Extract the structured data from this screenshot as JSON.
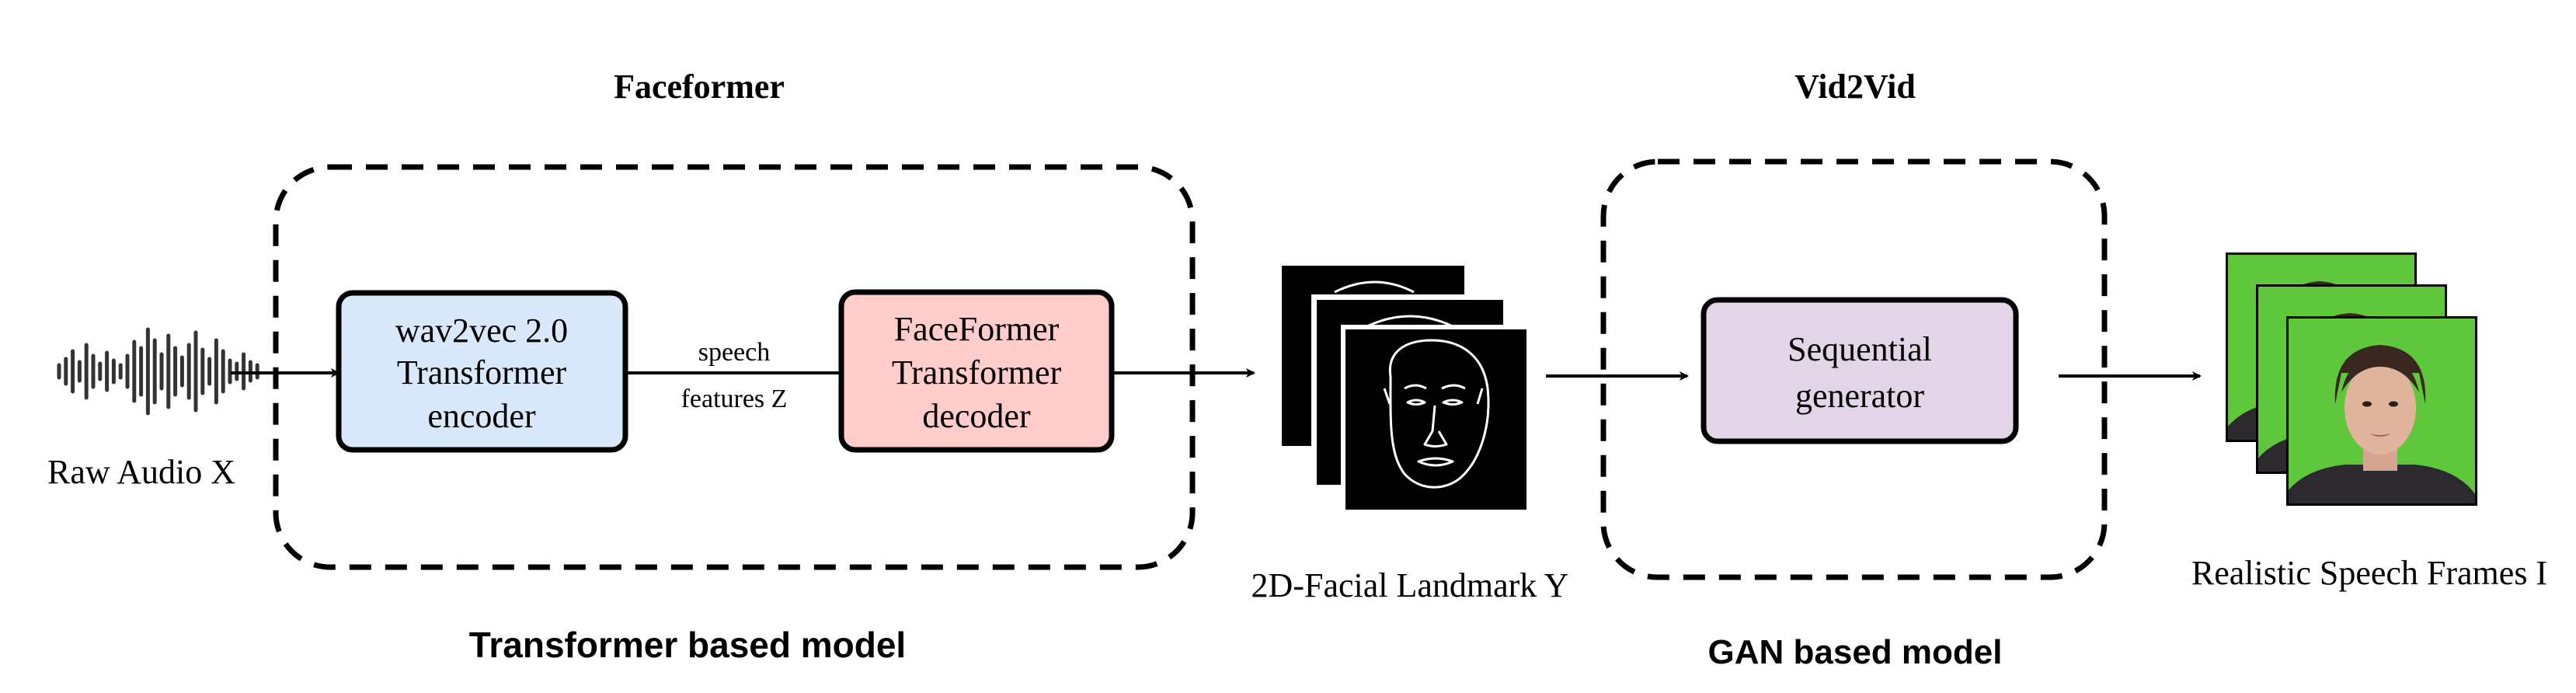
{
  "titles": {
    "faceformer": "Faceformer",
    "vid2vid": "Vid2Vid"
  },
  "captions": {
    "transformer_model": "Transformer based model",
    "gan_model": "GAN based model"
  },
  "labels": {
    "raw_audio": "Raw Audio X",
    "landmark": "2D-Facial Landmark Y",
    "frames": "Realistic Speech Frames I",
    "speech_line1": "speech",
    "speech_line2": "features Z"
  },
  "blocks": {
    "encoder": {
      "line1": "wav2vec 2.0",
      "line2": "Transformer",
      "line3": "encoder",
      "fill": "#dae8fc"
    },
    "decoder": {
      "line1": "FaceFormer",
      "line2": "Transformer",
      "line3": "decoder",
      "fill": "#ffcccc"
    },
    "generator": {
      "line1": "Sequential",
      "line2": "generator",
      "fill": "#e1d5e7"
    }
  },
  "colors": {
    "frame_background": "#5fc73c",
    "landmark_background": "#000000"
  }
}
